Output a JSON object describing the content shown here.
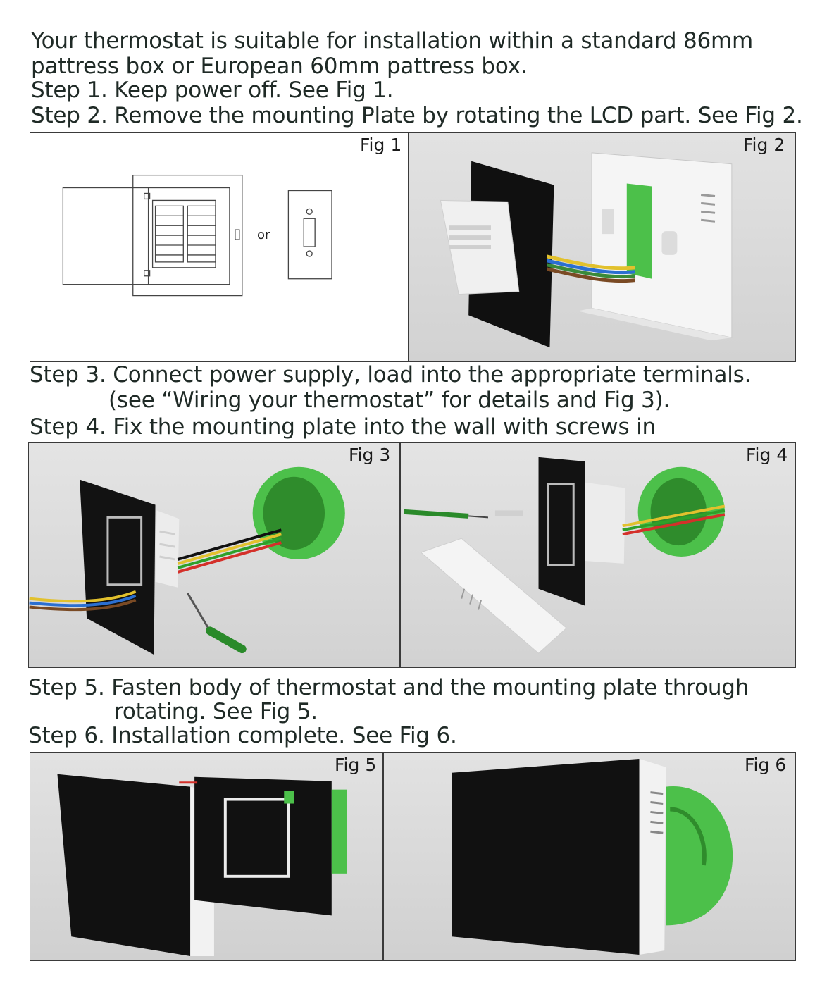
{
  "intro": {
    "line1": "Your thermostat is suitable for installation within a standard 86mm",
    "line2": "pattress box or European 60mm pattress box."
  },
  "steps": {
    "step1": "Step 1. Keep power off. See Fig 1.",
    "step2": "Step 2. Remove the mounting Plate by rotating the LCD part. See Fig 2.",
    "step3": "Step 3. Connect power supply, load into the appropriate terminals.",
    "step3_cont": "(see “Wiring your thermostat” for details and Fig 3).",
    "step4": "Step 4. Fix the mounting plate into the wall with screws in",
    "step5": "Step 5. Fasten body of thermostat and the mounting plate through",
    "step5_cont": "rotating. See Fig 5.",
    "step6": "Step 6. Installation complete. See Fig 6."
  },
  "figures": {
    "fig1": {
      "label": "Fig 1",
      "or_text": "or"
    },
    "fig2": {
      "label": "Fig 2"
    },
    "fig3": {
      "label": "Fig 3"
    },
    "fig4": {
      "label": "Fig 4"
    },
    "fig5": {
      "label": "Fig 5"
    },
    "fig6": {
      "label": "Fig 6"
    }
  },
  "colors": {
    "text": "#1f2a26",
    "green_box": "#4cc04a",
    "panel_black": "#111111",
    "housing_white": "#f2f2f2",
    "background_grey": "#d9d9d9"
  }
}
